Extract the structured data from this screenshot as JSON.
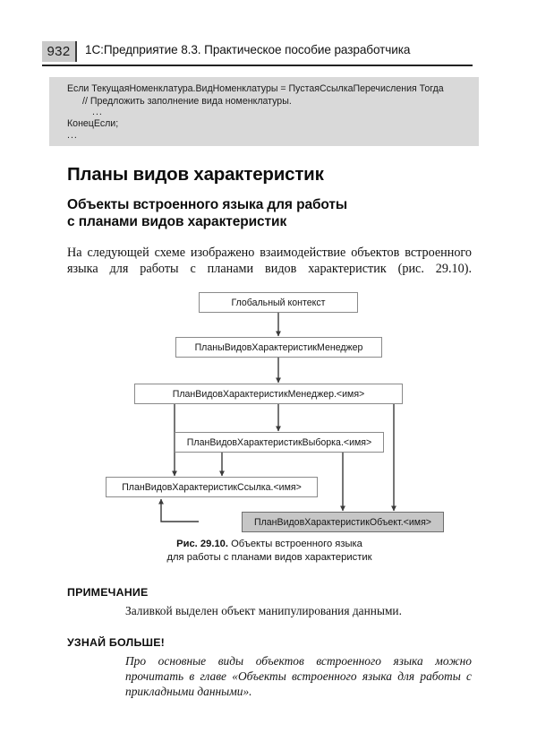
{
  "header": {
    "page_number": "932",
    "title": "1С:Предприятие 8.3. Практическое пособие разработчика"
  },
  "code_block": {
    "lines": [
      "Если ТекущаяНоменклатура.ВидНоменклатуры = ПустаяСсылкаПеречисления Тогда",
      "// Предложить заполнение вида номенклатуры.",
      "...",
      "КонецЕсли;",
      "..."
    ]
  },
  "headings": {
    "h1": "Планы видов характеристик",
    "h2_line1": "Объекты встроенного языка для работы",
    "h2_line2": "с планами видов характеристик"
  },
  "paragraph": "На следующей схеме изображено взаимодействие объектов встроенного языка для работы с планами видов характеристик (рис. 29.10).",
  "figure": {
    "caption_label": "Рис. 29.10.",
    "caption_line1": " Объекты встроенного языка",
    "caption_line2": "для работы с планами видов характеристик",
    "nodes": [
      {
        "id": "global-context",
        "label": "Глобальный контекст"
      },
      {
        "id": "manager",
        "label": "ПланыВидовХарактеристикМенеджер"
      },
      {
        "id": "manager-name",
        "label": "ПланВидовХарактеристикМенеджер.<имя>"
      },
      {
        "id": "selection-name",
        "label": "ПланВидовХарактеристикВыборка.<имя>"
      },
      {
        "id": "reference-name",
        "label": "ПланВидовХарактеристикСсылка.<имя>"
      },
      {
        "id": "object-name",
        "label": "ПланВидовХарактеристикОбъект.<имя>"
      }
    ],
    "fill_color": "#c6c6c6",
    "stroke_color": "#555555"
  },
  "notes": [
    {
      "title": "ПРИМЕЧАНИЕ",
      "body": "Заливкой выделен объект манипулирования данными."
    },
    {
      "title": "УЗНАЙ БОЛЬШЕ!",
      "body": "Про основные виды объектов встроенного языка можно прочитать в главе «Объекты встроенного языка для работы с прикладными данными»."
    }
  ]
}
